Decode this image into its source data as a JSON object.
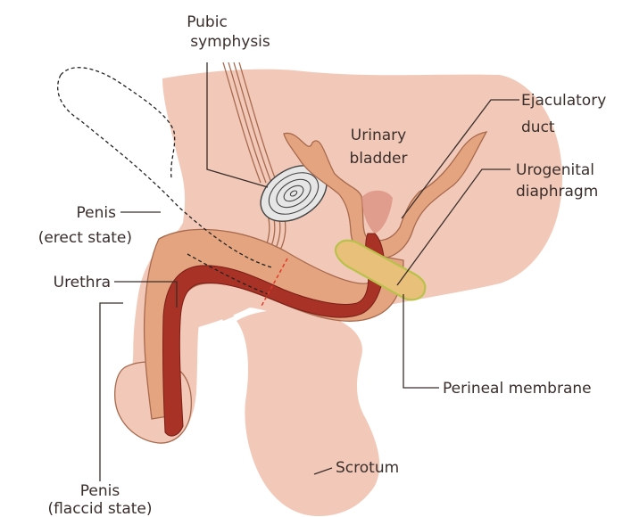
{
  "labels": {
    "pubic_symphysis": [
      "Pubic",
      "symphysis"
    ],
    "ejaculatory_duct": [
      "Ejaculatory",
      "duct"
    ],
    "urinary_bladder": [
      "Urinary",
      "bladder"
    ],
    "urogenital_diaphragm": [
      "Urogenital",
      "diaphragm"
    ],
    "penis_erect": [
      "Penis",
      "(erect state)"
    ],
    "urethra": "Urethra",
    "perineal_membrane": "Perineal membrane",
    "scrotum": "Scrotum",
    "penis_flaccid": [
      "Penis",
      "(flaccid state)"
    ]
  },
  "colors": {
    "body_skin": "#f2c9b8",
    "tissue": "#e3a47f",
    "tissue_outline": "#a86a4e",
    "urethra": "#a83226",
    "membrane": "#e8c07a",
    "membrane_outline": "#b8c24a",
    "bone": "#e6e6e6",
    "erect_outline": "#222222",
    "red_dash": "#e03a2a"
  }
}
